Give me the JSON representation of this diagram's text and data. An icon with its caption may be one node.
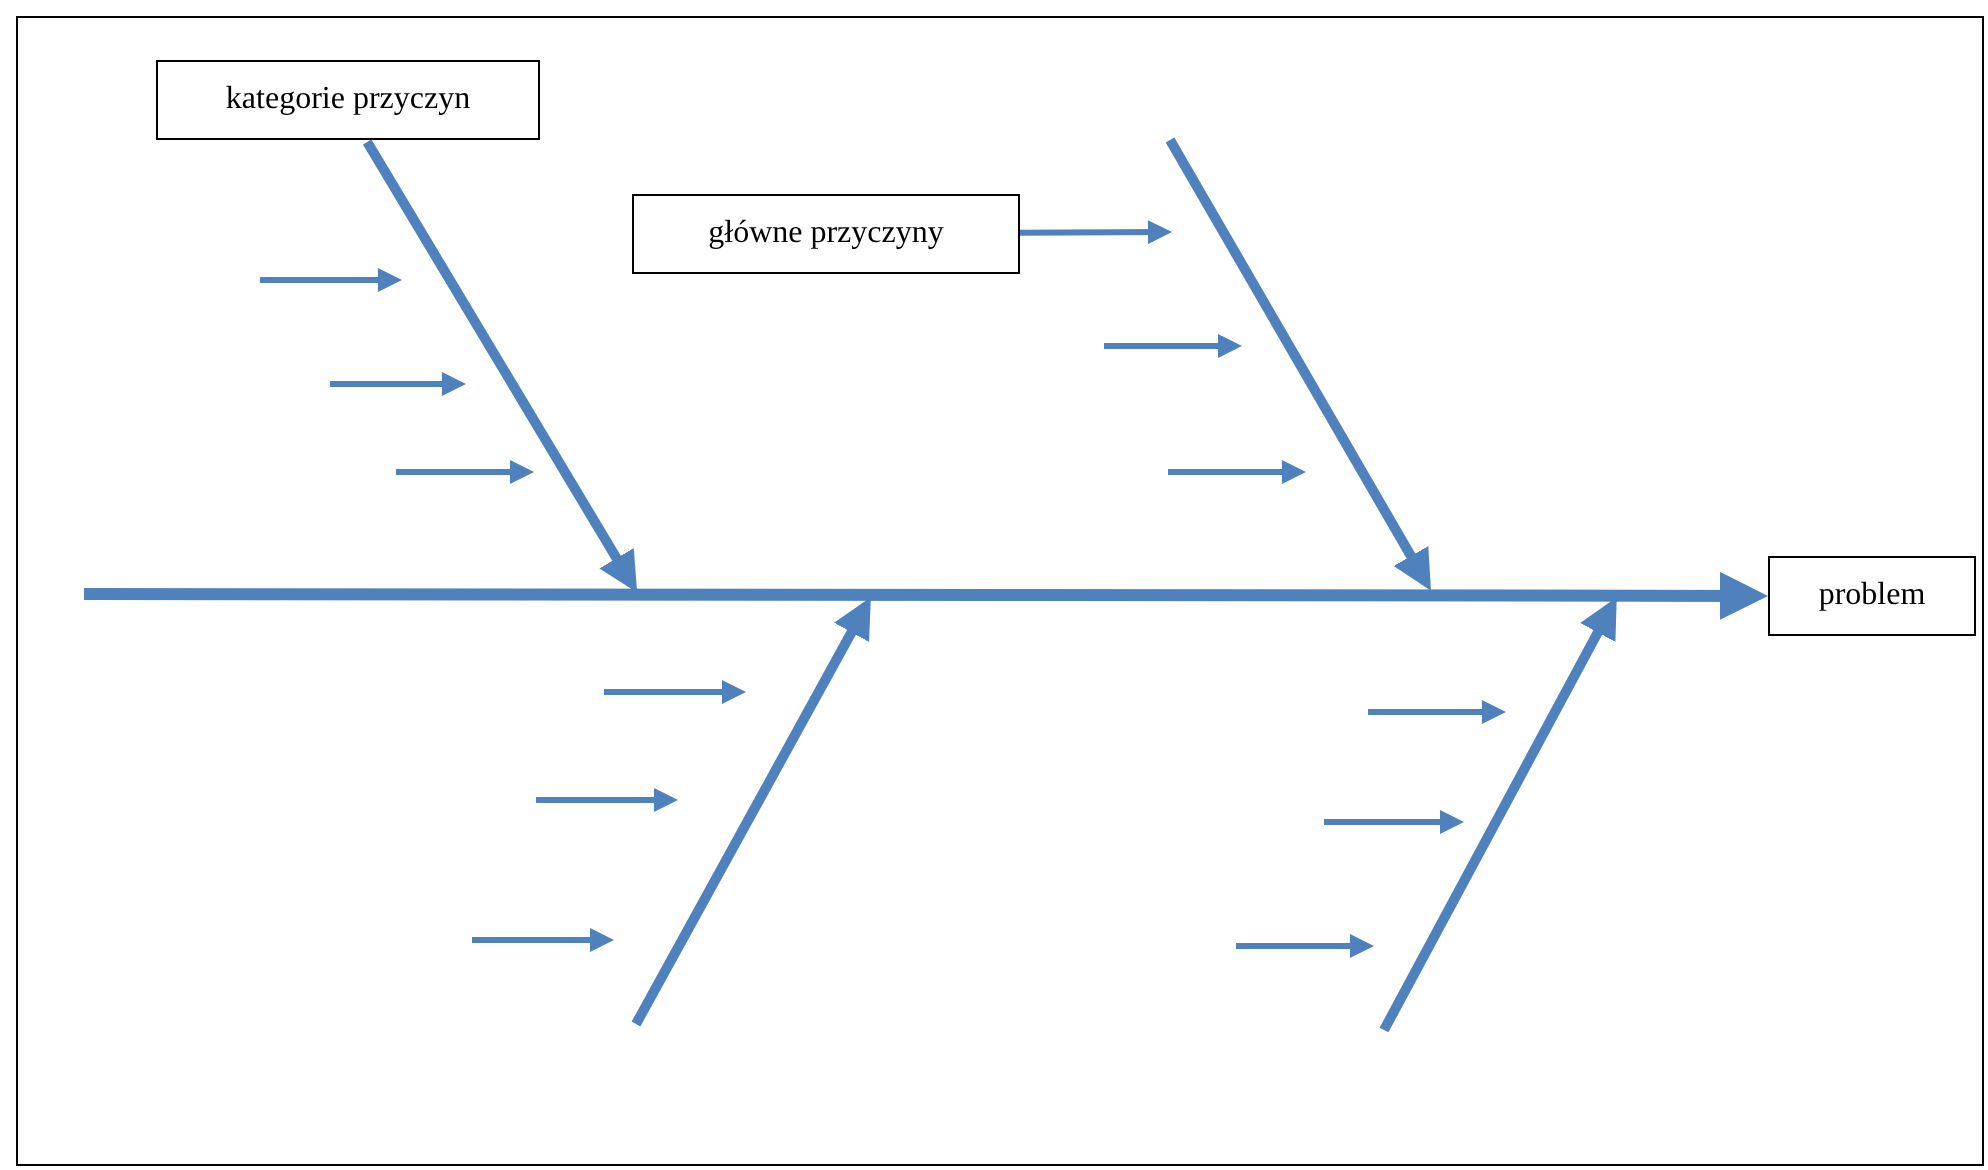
{
  "diagram": {
    "nodes": [
      {
        "text": [
          "kategorie przyczyn"
        ]
      },
      {
        "text": [
          "główne przyczyny"
        ]
      },
      {
        "text": [
          "problem"
        ]
      }
    ],
    "edges": [
      {
        "from": null,
        "to": 2,
        "arrow": "to"
      },
      {
        "from": 0,
        "to": null,
        "arrow": "to"
      },
      {
        "from": 1,
        "to": null,
        "arrow": "to"
      }
    ]
  }
}
